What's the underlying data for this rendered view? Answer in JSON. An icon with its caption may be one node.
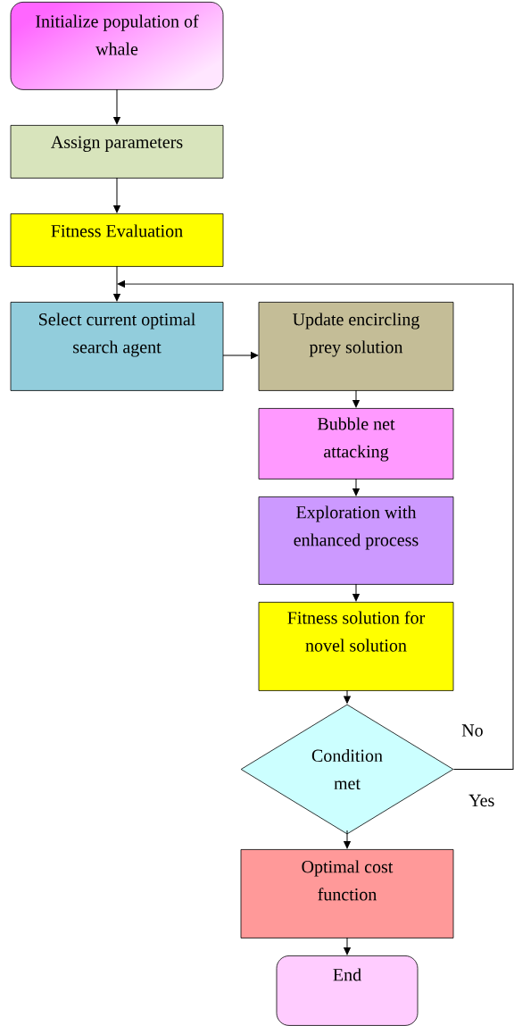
{
  "diagram": {
    "nodes": [
      {
        "text": [
          "Initialize population of whale"
        ]
      },
      {
        "text": [
          "Assign parameters"
        ]
      },
      {
        "text": [
          "Fitness Evaluation"
        ]
      },
      {
        "text": [
          "Select current optimal search agent"
        ]
      },
      {
        "text": [
          "Update encircling prey solution"
        ]
      },
      {
        "text": [
          "Bubble net attacking"
        ]
      },
      {
        "text": [
          "Exploration with enhanced process"
        ]
      },
      {
        "text": [
          "Fitness solution for novel solution"
        ]
      },
      {
        "text": [
          "Condition met"
        ]
      },
      {
        "text": [
          "Optimal cost function"
        ]
      },
      {
        "text": [
          "End"
        ]
      }
    ],
    "edges": [
      {
        "from": 0,
        "to": 1,
        "arrow": "to"
      },
      {
        "from": 1,
        "to": 2,
        "arrow": "to"
      },
      {
        "from": 2,
        "to": 3,
        "arrow": "to"
      },
      {
        "from": 3,
        "to": 4,
        "arrow": "to"
      },
      {
        "from": 4,
        "to": 5,
        "arrow": "to"
      },
      {
        "from": 5,
        "to": 6,
        "arrow": "to"
      },
      {
        "from": 6,
        "to": 7,
        "arrow": "to"
      },
      {
        "from": 7,
        "to": 8,
        "arrow": "to"
      },
      {
        "from": 8,
        "to": 3,
        "arrow": "to",
        "label": "No"
      },
      {
        "from": 8,
        "to": 9,
        "arrow": "to"
      },
      {
        "from": 9,
        "to": 10,
        "arrow": "to"
      }
    ],
    "labels": [
      "Yes"
    ]
  }
}
